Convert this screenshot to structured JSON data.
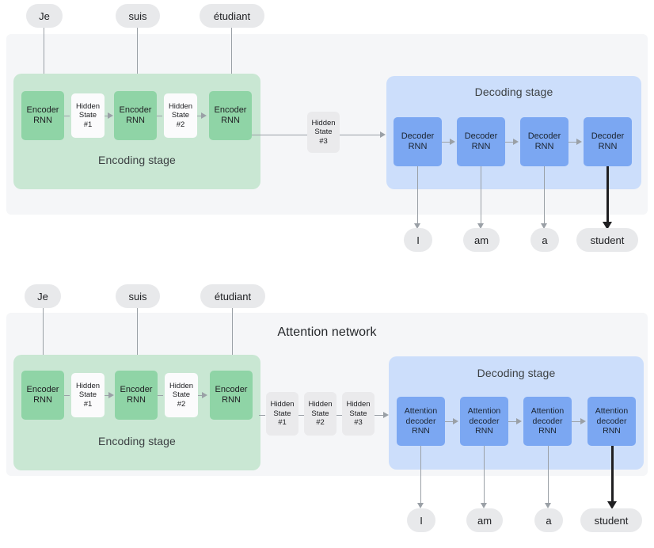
{
  "diagrams": [
    {
      "id": "seq2seq",
      "title": "",
      "inputs": [
        "Je",
        "suis",
        "étudiant"
      ],
      "encoding_label": "Encoding stage",
      "decoding_label": "Decoding stage",
      "encoder_nodes": [
        "Encoder\nRNN",
        "Encoder\nRNN",
        "Encoder\nRNN"
      ],
      "inner_hidden": [
        "Hidden\nState\n#1",
        "Hidden\nState\n#2"
      ],
      "bridge_hidden": [
        "Hidden\nState\n#3"
      ],
      "decoder_nodes": [
        "Decoder\nRNN",
        "Decoder\nRNN",
        "Decoder\nRNN",
        "Decoder\nRNN"
      ],
      "outputs": [
        "I",
        "am",
        "a",
        "student"
      ]
    },
    {
      "id": "attention",
      "title": "Attention network",
      "inputs": [
        "Je",
        "suis",
        "étudiant"
      ],
      "encoding_label": "Encoding stage",
      "decoding_label": "Decoding stage",
      "encoder_nodes": [
        "Encoder\nRNN",
        "Encoder\nRNN",
        "Encoder\nRNN"
      ],
      "inner_hidden": [
        "Hidden\nState\n#1",
        "Hidden\nState\n#2"
      ],
      "bridge_hidden": [
        "Hidden\nState\n#1",
        "Hidden\nState\n#2",
        "Hidden\nState\n#3"
      ],
      "decoder_nodes": [
        "Attention\ndecoder\nRNN",
        "Attention\ndecoder\nRNN",
        "Attention\ndecoder\nRNN",
        "Attention\ndecoder\nRNN"
      ],
      "outputs": [
        "I",
        "am",
        "a",
        "student"
      ]
    }
  ],
  "colors": {
    "encoder_node": "#8fd4a6",
    "encoding_panel": "#c9e7d3",
    "decoder_node": "#7ba7f2",
    "decoding_panel": "#ccdefb",
    "outer_panel": "#f5f6f8",
    "pill": "#e8e9eb",
    "hidden_white": "#fbfbfc",
    "hidden_gray": "#eaeaec",
    "connector": "#9aa0a6",
    "final_arrow": "#1f1f21"
  }
}
